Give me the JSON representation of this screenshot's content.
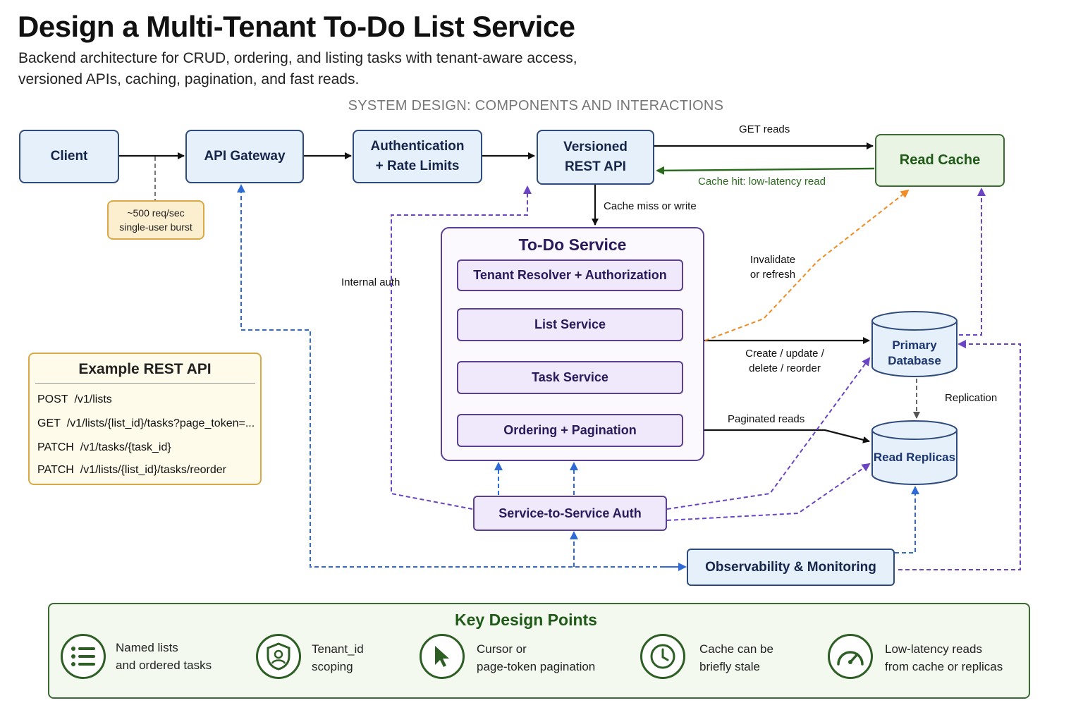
{
  "header": {
    "title": "Design a Multi-Tenant To-Do List Service",
    "subtitle_line1": "Backend architecture for CRUD, ordering, and listing tasks with tenant-aware access,",
    "subtitle_line2": "versioned APIs, caching, pagination, and fast reads."
  },
  "section_label": "SYSTEM DESIGN: COMPONENTS AND INTERACTIONS",
  "nodes": {
    "client": "Client",
    "api_gateway": "API Gateway",
    "auth_line1": "Authentication",
    "auth_line2": "+ Rate Limits",
    "rest_line1": "Versioned",
    "rest_line2": "REST API",
    "read_cache": "Read Cache",
    "burst_line1": "~500 req/sec",
    "burst_line2": "single-user burst",
    "todo_service": "To-Do Service",
    "tenant_resolver": "Tenant Resolver + Authorization",
    "list_service": "List Service",
    "task_service": "Task Service",
    "ordering": "Ordering + Pagination",
    "primary_db_line1": "Primary",
    "primary_db_line2": "Database",
    "read_replicas": "Read Replicas",
    "s2s_auth": "Service-to-Service Auth",
    "observability": "Observability & Monitoring"
  },
  "edge_labels": {
    "get_reads": "GET reads",
    "cache_hit": "Cache hit: low-latency read",
    "cache_miss": "Cache miss or write",
    "invalidate_line1": "Invalidate",
    "invalidate_line2": "or refresh",
    "internal_auth": "Internal auth",
    "cud_line1": "Create / update /",
    "cud_line2": "delete / reorder",
    "paginated_reads": "Paginated reads",
    "replication": "Replication"
  },
  "api_examples": {
    "title": "Example REST API",
    "rows": [
      {
        "method": "POST",
        "path": "/v1/lists"
      },
      {
        "method": "GET",
        "path": "/v1/lists/{list_id}/tasks?page_token=..."
      },
      {
        "method": "PATCH",
        "path": "/v1/tasks/{task_id}"
      },
      {
        "method": "PATCH",
        "path": "/v1/lists/{list_id}/tasks/reorder"
      }
    ]
  },
  "key_points": {
    "title": "Key Design Points",
    "items": [
      {
        "icon": "list-icon",
        "line1": "Named lists",
        "line2": "and ordered tasks"
      },
      {
        "icon": "shield-user-icon",
        "line1": "Tenant_id",
        "line2": "scoping"
      },
      {
        "icon": "cursor-icon",
        "line1": "Cursor or",
        "line2": "page-token pagination"
      },
      {
        "icon": "clock-icon",
        "line1": "Cache can be",
        "line2": "briefly stale"
      },
      {
        "icon": "gauge-icon",
        "line1": "Low-latency reads",
        "line2": "from cache or replicas"
      }
    ]
  },
  "colors": {
    "blue_border": "#2f4b7c",
    "green_border": "#3b6b32",
    "purple_border": "#5a3f92",
    "dashed_blue": "#2f6bd6",
    "dashed_purple": "#6a44c2",
    "dashed_orange": "#f08c22",
    "gray": "#555555"
  }
}
